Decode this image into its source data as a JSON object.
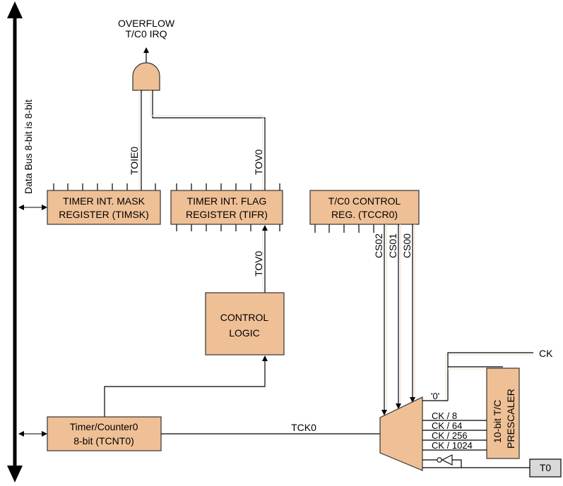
{
  "colors": {
    "block_fill": "#EFC096",
    "block_stroke": "#333333",
    "wire": "#000000",
    "beige_wire": "#F1E3D3",
    "t0_fill": "#D9D9D9"
  },
  "labels": {
    "overflow_line1": "OVERFLOW",
    "overflow_line2": "T/C0  IRQ",
    "data_bus": "Data Bus 8-bit   is 8-bit",
    "toie0": "TOIE0",
    "tov0_top": "TOV0",
    "tov0_mid": "TOV0",
    "cs02": "CS02",
    "cs01": "CS01",
    "cs00": "CS00",
    "tck0": "TCK0",
    "ck": "CK",
    "zero": "'0'",
    "ck8": "CK / 8",
    "ck64": "CK / 64",
    "ck256": "CK / 256",
    "ck1024": "CK / 1024"
  },
  "blocks": {
    "timsk_line1": "TIMER INT. MASK",
    "timsk_line2": "REGISTER (TIMSK)",
    "tifr_line1": "TIMER INT. FLAG",
    "tifr_line2": "REGISTER (TIFR)",
    "tccr_line1": "T/C0 CONTROL",
    "tccr_line2": "REG. (TCCR0)",
    "control_line1": "CONTROL",
    "control_line2": "LOGIC",
    "tcnt_line1": "Timer/Counter0",
    "tcnt_line2": "8-bit (TCNT0)",
    "prescaler_line1": "10-bit  T/C",
    "prescaler_line2": "PRESCALER",
    "t0": "T0"
  }
}
